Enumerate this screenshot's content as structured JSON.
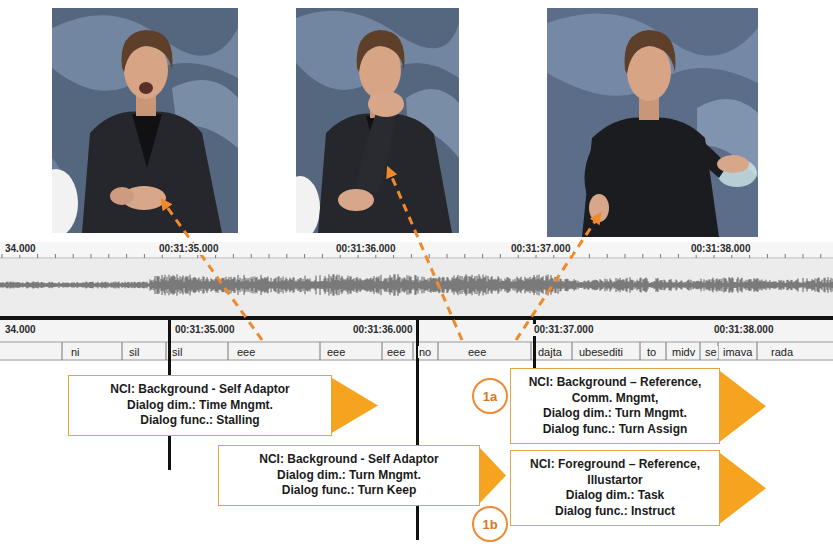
{
  "diagram": {
    "nodes": [
      {
        "text": [
          "NCI: Background - Self Adaptor",
          "Dialog dim.: Time Mngmt.",
          "Dialog func.: Stalling"
        ]
      },
      {
        "text": [
          "NCI: Background - Self Adaptor",
          "Dialog dim.: Turn Mngmt.",
          "Dialog func.: Turn Keep"
        ]
      },
      {
        "text": [
          "1a"
        ]
      },
      {
        "text": [
          "NCI: Background – Reference, Comm. Mngmt,",
          "Dialog dim.: Turn Mngmt.",
          "Dialog func.: Turn Assign"
        ]
      },
      {
        "text": [
          "1b"
        ]
      },
      {
        "text": [
          "NCI: Foreground – Reference, Illustartor",
          "Dialog dim.: Task",
          "Dialog func.: Instruct"
        ]
      }
    ],
    "labels": [
      "34.000",
      "00:31:35.000",
      "00:31:36.000",
      "00:31:37.000",
      "00:31:38.000",
      "34.000",
      "00:31:35.000",
      "00:31:36.000",
      "00:31:37.000",
      "00:31:38.000",
      "ni",
      "sil",
      "sil",
      "eee",
      "eee",
      "eee",
      "no",
      "eee",
      "dajta",
      "ubesediti",
      "to",
      "midv",
      "se",
      "imava",
      "rada"
    ]
  }
}
